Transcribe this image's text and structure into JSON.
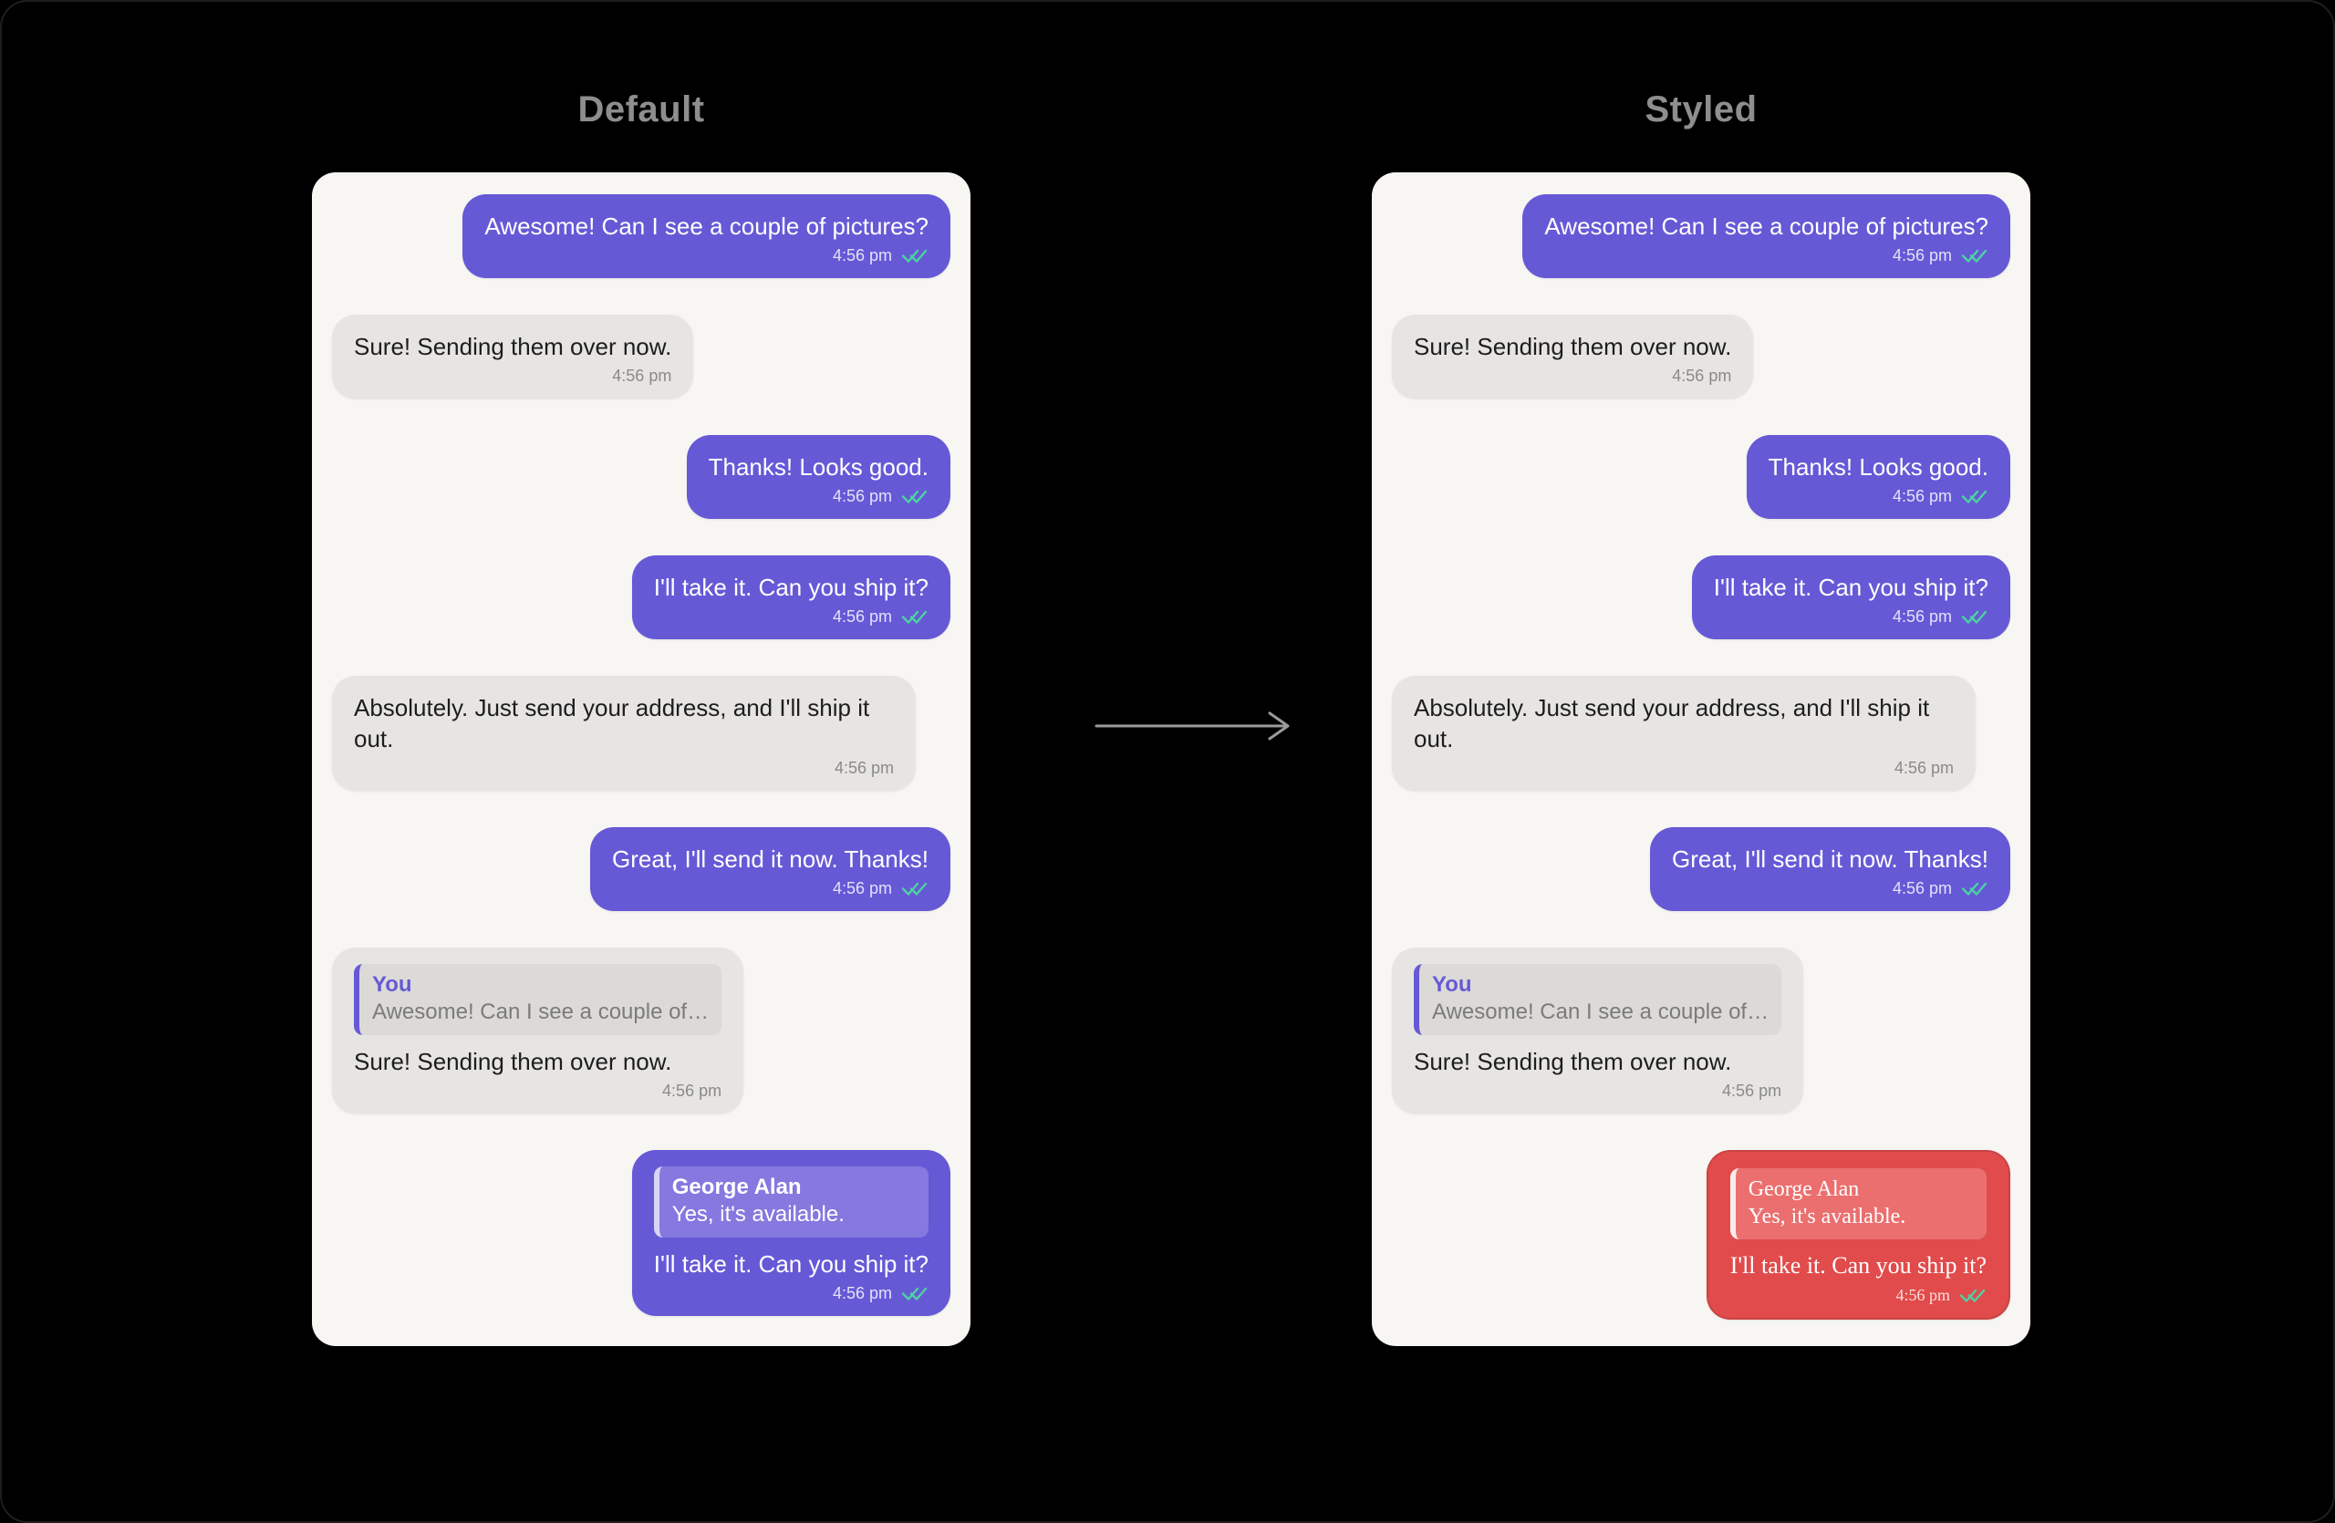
{
  "colors": {
    "background": "#000000",
    "panel_bg": "#f7f6f3",
    "outgoing_bubble": "#6659d6",
    "incoming_bubble": "#e7e5e2",
    "incoming_quote_bg": "#dcdad7",
    "outgoing_quote_bg": "#8578df",
    "red_bubble": "#e14b4b",
    "red_quote_bg": "#eb6f6f",
    "tick": "#4cd2a2",
    "timestamp_incoming": "#8a8a8a",
    "title_text": "#8e8e8e",
    "incoming_text": "#1d1d1f",
    "quote_author_accent": "#6659d6",
    "quote_text_muted": "#7b7b7b",
    "arrow": "#9b9b9b"
  },
  "icons": {
    "arrow_right": "right-arrow",
    "read_receipt": "double-check"
  },
  "panels": [
    {
      "title": "Default",
      "messages": [
        {
          "direction": "outgoing",
          "text": "Awesome! Can I see a couple of pictures?",
          "time": "4:56 pm",
          "read_receipt": true
        },
        {
          "direction": "incoming",
          "text": "Sure! Sending them over now.",
          "time": "4:56 pm",
          "read_receipt": false
        },
        {
          "direction": "outgoing",
          "text": "Thanks! Looks good.",
          "time": "4:56 pm",
          "read_receipt": true
        },
        {
          "direction": "outgoing",
          "text": "I'll take it. Can you ship it?",
          "time": "4:56 pm",
          "read_receipt": true
        },
        {
          "direction": "incoming",
          "text": "Absolutely. Just send your address, and I'll ship it out.",
          "time": "4:56 pm",
          "read_receipt": false
        },
        {
          "direction": "outgoing",
          "text": "Great, I'll send it now. Thanks!",
          "time": "4:56 pm",
          "read_receipt": true
        },
        {
          "direction": "incoming",
          "reply": {
            "author": "You",
            "text": "Awesome! Can I see a couple of…"
          },
          "text": "Sure! Sending them over now.",
          "time": "4:56 pm",
          "read_receipt": false
        },
        {
          "direction": "outgoing",
          "reply": {
            "author": "George Alan",
            "text": "Yes, it's available."
          },
          "text": "I'll take it. Can you ship it?",
          "time": "4:56 pm",
          "read_receipt": true,
          "variant": "purple-quote"
        }
      ]
    },
    {
      "title": "Styled",
      "messages": [
        {
          "direction": "outgoing",
          "text": "Awesome! Can I see a couple of pictures?",
          "time": "4:56 pm",
          "read_receipt": true
        },
        {
          "direction": "incoming",
          "text": "Sure! Sending them over now.",
          "time": "4:56 pm",
          "read_receipt": false
        },
        {
          "direction": "outgoing",
          "text": "Thanks! Looks good.",
          "time": "4:56 pm",
          "read_receipt": true
        },
        {
          "direction": "outgoing",
          "text": "I'll take it. Can you ship it?",
          "time": "4:56 pm",
          "read_receipt": true
        },
        {
          "direction": "incoming",
          "text": "Absolutely. Just send your address, and I'll ship it out.",
          "time": "4:56 pm",
          "read_receipt": false
        },
        {
          "direction": "outgoing",
          "text": "Great, I'll send it now. Thanks!",
          "time": "4:56 pm",
          "read_receipt": true
        },
        {
          "direction": "incoming",
          "reply": {
            "author": "You",
            "text": "Awesome! Can I see a couple of…"
          },
          "text": "Sure! Sending them over now.",
          "time": "4:56 pm",
          "read_receipt": false
        },
        {
          "direction": "outgoing",
          "reply": {
            "author": "George Alan",
            "text": "Yes, it's available."
          },
          "text": "I'll take it. Can you ship it?",
          "time": "4:56 pm",
          "read_receipt": true,
          "variant": "red-serif"
        }
      ]
    }
  ]
}
